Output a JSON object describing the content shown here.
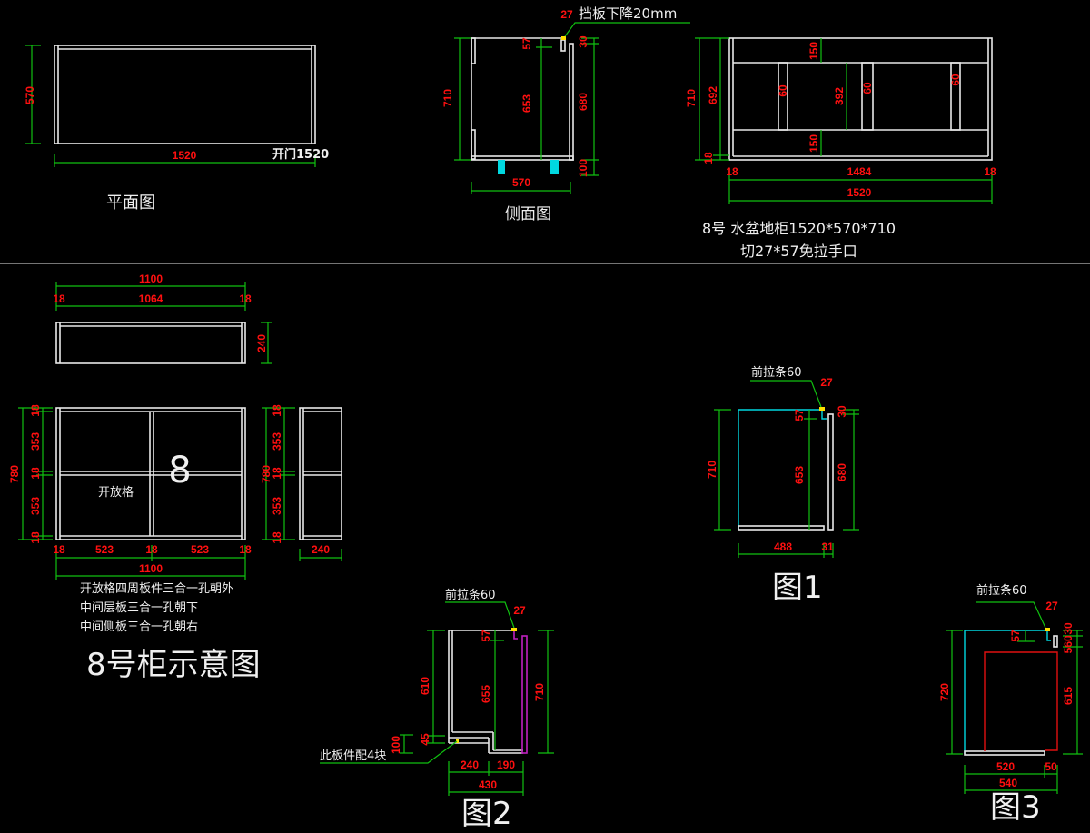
{
  "plan_view": {
    "title": "平面图",
    "door_note": "开门1520",
    "dims": {
      "depth": "570",
      "width": "1520"
    }
  },
  "side_view": {
    "title": "侧面图",
    "leader_note": "挡板下降20mm",
    "dims": {
      "notch_w": "27",
      "height": "710",
      "notch_h": "57",
      "inner": "653",
      "top": "30",
      "body": "680",
      "leg": "100",
      "depth": "570"
    }
  },
  "front_view": {
    "caption_line1": "8号 水盆地柜1520*570*710",
    "caption_line2": "切27*57免拉手口",
    "dims": {
      "height": "710",
      "inner_h": "692",
      "base": "18",
      "rail_top": "150",
      "mid": "392",
      "rail_bottom": "150",
      "post1": "60",
      "post2": "60",
      "post3": "60",
      "side_l": "18",
      "inner_w": "1484",
      "side_r": "18",
      "width": "1520"
    }
  },
  "cabinet8": {
    "top_view_dims": {
      "width": "1100",
      "side_l": "18",
      "inner": "1064",
      "side_r": "18",
      "depth": "240"
    },
    "front_dims": {
      "height": "780",
      "t1": "18",
      "c1": "353",
      "t2": "18",
      "c2": "353",
      "t3": "18",
      "b1": "18",
      "w1": "523",
      "b2": "18",
      "w2": "523",
      "b3": "18",
      "width": "1100"
    },
    "side_dims": {
      "height": "780",
      "t1": "18",
      "c1": "353",
      "t2": "18",
      "c2": "353",
      "t3": "18",
      "depth": "240"
    },
    "number": "8",
    "open_cell_label": "开放格",
    "notes": [
      "开放格四周板件三合一孔朝外",
      "中间层板三合一孔朝下",
      "中间侧板三合一孔朝右"
    ],
    "title": "8号柜示意图"
  },
  "fig1": {
    "title": "图1",
    "leader_note": "前拉条60",
    "dims": {
      "notch_w": "27",
      "height": "710",
      "notch_h": "57",
      "inner": "653",
      "top": "30",
      "body": "680",
      "depth": "488",
      "panel": "31"
    }
  },
  "fig2": {
    "title": "图2",
    "leader_note": "前拉条60",
    "part_note": "此板件配4块",
    "dims": {
      "notch_w": "27",
      "notch_h": "57",
      "upper": "610",
      "gap": "45",
      "base": "100",
      "inner": "655",
      "height": "710",
      "w1": "240",
      "w2": "190",
      "width": "430"
    }
  },
  "fig3": {
    "title": "图3",
    "leader_note": "前拉条60",
    "dims": {
      "notch_w": "27",
      "notch_h": "57",
      "height": "720",
      "d30": "30",
      "d60": "60",
      "d5": "5",
      "body": "615",
      "w1": "520",
      "w2": "50",
      "width": "540"
    }
  },
  "colors": {
    "background": "#000000",
    "outline": "#e8e8e8",
    "dimension_line": "#10c010",
    "dimension_text": "#ff1010",
    "cyan_part": "#00d8e0",
    "red_part": "#e01010",
    "purple_part": "#c020c0"
  }
}
